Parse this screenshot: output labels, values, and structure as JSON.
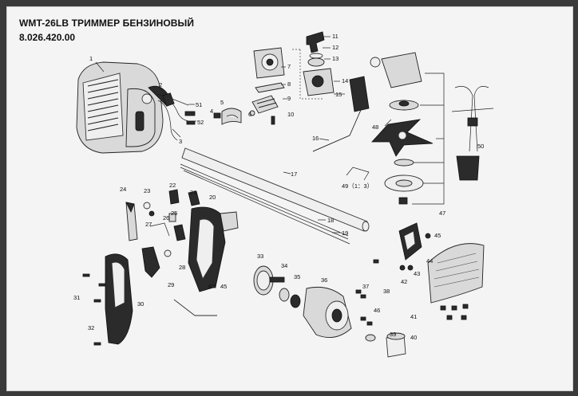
{
  "header": {
    "title": "WMT-26LB ТРИММЕР БЕНЗИНОВЫЙ",
    "code": "8.026.420.00"
  },
  "callouts": [
    {
      "id": "c1",
      "text": "1"
    },
    {
      "id": "c2",
      "text": "2"
    },
    {
      "id": "c3",
      "text": "3"
    },
    {
      "id": "c5",
      "text": "5"
    },
    {
      "id": "c4",
      "text": "4"
    },
    {
      "id": "c6",
      "text": "6"
    },
    {
      "id": "c7",
      "text": "7"
    },
    {
      "id": "c8",
      "text": "8"
    },
    {
      "id": "c9",
      "text": "9"
    },
    {
      "id": "c10",
      "text": "10"
    },
    {
      "id": "c11",
      "text": "11"
    },
    {
      "id": "c12",
      "text": "12"
    },
    {
      "id": "c13",
      "text": "13"
    },
    {
      "id": "c14",
      "text": "14"
    },
    {
      "id": "c15",
      "text": "15"
    },
    {
      "id": "c16",
      "text": "16"
    },
    {
      "id": "c17",
      "text": "17"
    },
    {
      "id": "c18",
      "text": "18"
    },
    {
      "id": "c19",
      "text": "19"
    },
    {
      "id": "c20",
      "text": "20"
    },
    {
      "id": "c21",
      "text": "21"
    },
    {
      "id": "c22",
      "text": "22"
    },
    {
      "id": "c23",
      "text": "23"
    },
    {
      "id": "c24",
      "text": "24"
    },
    {
      "id": "c25",
      "text": "25"
    },
    {
      "id": "c26",
      "text": "26"
    },
    {
      "id": "c27",
      "text": "27"
    },
    {
      "id": "c28",
      "text": "28"
    },
    {
      "id": "c29",
      "text": "29"
    },
    {
      "id": "c30",
      "text": "30"
    },
    {
      "id": "c31",
      "text": "31"
    },
    {
      "id": "c32",
      "text": "32"
    },
    {
      "id": "c33",
      "text": "33"
    },
    {
      "id": "c34",
      "text": "34"
    },
    {
      "id": "c35",
      "text": "35"
    },
    {
      "id": "c36",
      "text": "36"
    },
    {
      "id": "c37",
      "text": "37"
    },
    {
      "id": "c38",
      "text": "38"
    },
    {
      "id": "c39",
      "text": "39"
    },
    {
      "id": "c40",
      "text": "40"
    },
    {
      "id": "c41",
      "text": "41"
    },
    {
      "id": "c42",
      "text": "42"
    },
    {
      "id": "c43",
      "text": "43"
    },
    {
      "id": "c44",
      "text": "44"
    },
    {
      "id": "c45a",
      "text": "45"
    },
    {
      "id": "c45b",
      "text": "45"
    },
    {
      "id": "c46",
      "text": "46"
    },
    {
      "id": "c47",
      "text": "47"
    },
    {
      "id": "c48",
      "text": "48"
    },
    {
      "id": "c49",
      "text": "49（1：3）"
    },
    {
      "id": "c50",
      "text": "50"
    },
    {
      "id": "c51",
      "text": "51"
    },
    {
      "id": "c52",
      "text": "52"
    }
  ]
}
